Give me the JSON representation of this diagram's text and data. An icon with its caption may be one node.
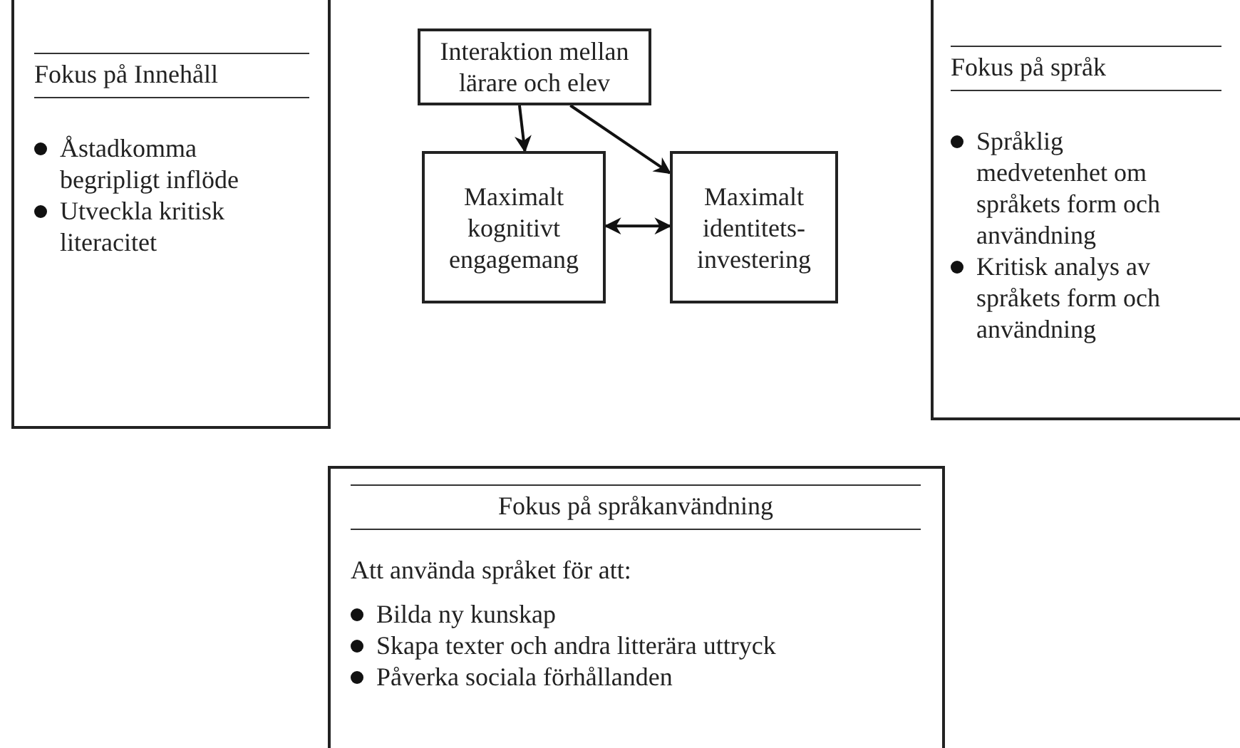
{
  "diagram": {
    "nodes": [
      {
        "text": [
          "Fokus på Innehåll",
          "Åstadkomma begripligt inflöde",
          "Utveckla kritisk literacitet"
        ]
      },
      {
        "text": [
          "Interaktion mellan lärare och elev"
        ]
      },
      {
        "text": [
          "Maximalt kognitivt engagemang"
        ]
      },
      {
        "text": [
          "Maximalt identitets-investering"
        ]
      },
      {
        "text": [
          "Fokus på språk",
          "Språklig medvetenhet om språkets form och användning",
          "Kritisk analys av språkets form och användning"
        ]
      },
      {
        "text": [
          "Fokus på språkanvändning",
          "Att använda språket för att:",
          "Bilda ny kunskap",
          "Skapa texter och andra litterära uttryck",
          "Påverka sociala förhållanden"
        ]
      }
    ],
    "edges": [
      {
        "from": 1,
        "to": 2,
        "arrow": "to"
      },
      {
        "from": 1,
        "to": 3,
        "arrow": "to"
      },
      {
        "from": 2,
        "to": 3,
        "arrow": "both"
      }
    ]
  }
}
